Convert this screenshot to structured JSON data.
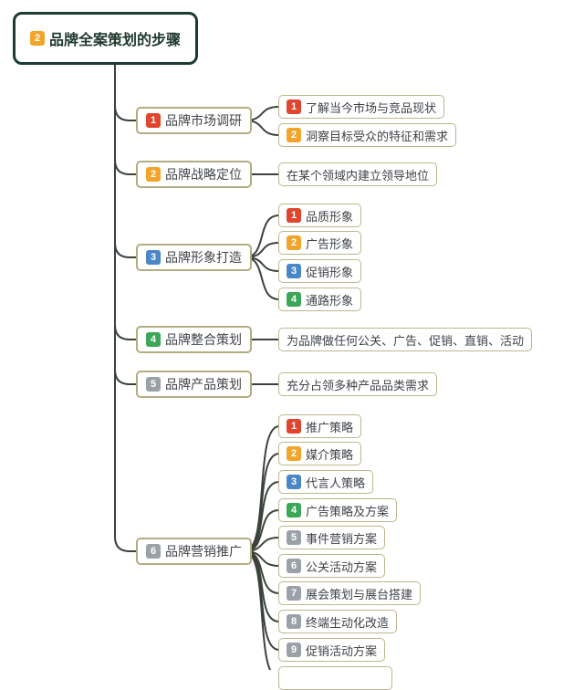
{
  "root": {
    "badge": "2",
    "badge_color": "orange",
    "label": "品牌全案策划的步骤"
  },
  "branches": [
    {
      "badge": "1",
      "badge_color": "red",
      "label": "品牌市场调研",
      "children": [
        {
          "badge": "1",
          "badge_color": "red",
          "label": "了解当今市场与竞品现状"
        },
        {
          "badge": "2",
          "badge_color": "orange",
          "label": "洞察目标受众的特征和需求"
        }
      ]
    },
    {
      "badge": "2",
      "badge_color": "orange",
      "label": "品牌战略定位",
      "children": [
        {
          "label": "在某个领域内建立领导地位"
        }
      ]
    },
    {
      "badge": "3",
      "badge_color": "blue",
      "label": "品牌形象打造",
      "children": [
        {
          "badge": "1",
          "badge_color": "red",
          "label": "品质形象"
        },
        {
          "badge": "2",
          "badge_color": "orange",
          "label": "广告形象"
        },
        {
          "badge": "3",
          "badge_color": "blue",
          "label": "促销形象"
        },
        {
          "badge": "4",
          "badge_color": "green",
          "label": "通路形象"
        }
      ]
    },
    {
      "badge": "4",
      "badge_color": "green",
      "label": "品牌整合策划",
      "children": [
        {
          "label": "为品牌做任何公关、广告、促销、直销、活动"
        }
      ]
    },
    {
      "badge": "5",
      "badge_color": "gray",
      "label": "品牌产品策划",
      "children": [
        {
          "label": "充分占领多种产品品类需求"
        }
      ]
    },
    {
      "badge": "6",
      "badge_color": "gray",
      "label": "品牌营销推广",
      "children": [
        {
          "badge": "1",
          "badge_color": "red",
          "label": "推广策略"
        },
        {
          "badge": "2",
          "badge_color": "orange",
          "label": "媒介策略"
        },
        {
          "badge": "3",
          "badge_color": "blue",
          "label": "代言人策略"
        },
        {
          "badge": "4",
          "badge_color": "green",
          "label": "广告策略及方案"
        },
        {
          "badge": "5",
          "badge_color": "gray",
          "label": "事件营销方案"
        },
        {
          "badge": "6",
          "badge_color": "gray",
          "label": "公关活动方案"
        },
        {
          "badge": "7",
          "badge_color": "gray",
          "label": "展会策划与展台搭建"
        },
        {
          "badge": "8",
          "badge_color": "gray",
          "label": "终端生动化改造"
        },
        {
          "badge": "9",
          "badge_color": "gray",
          "label": "促销活动方案"
        }
      ]
    }
  ],
  "colors": {
    "badge_red": "#e0452e",
    "badge_orange": "#f3a42b",
    "badge_blue": "#4a87c6",
    "badge_green": "#3ba757",
    "badge_gray": "#9aa1a9",
    "node_border": "#b3ad83",
    "root_border": "#1d3b2f",
    "connector": "#3b423b"
  }
}
